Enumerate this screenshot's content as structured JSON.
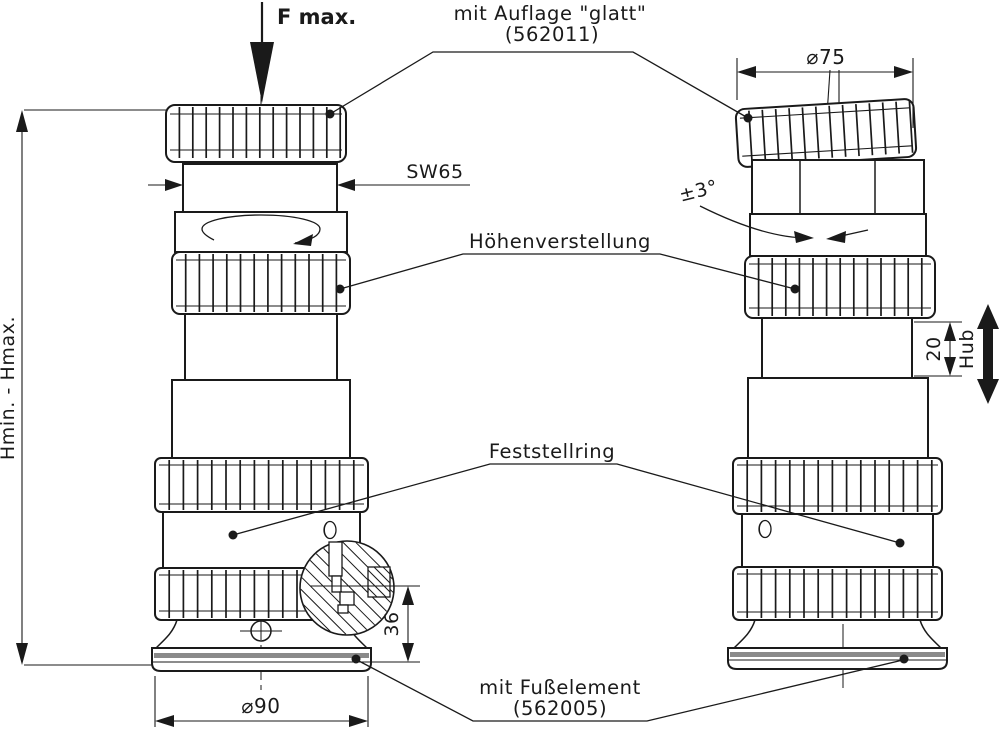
{
  "drawing": {
    "force_label": "F max.",
    "height_range_label": "Hmin. - Hmax.",
    "wrench_size": "SW65",
    "rotation_tilt": "±3°",
    "callouts": {
      "top_pad_line1": "mit Auflage \"glatt\"",
      "top_pad_line2": "(562011)",
      "height_adjust": "Höhenverstellung",
      "lock_ring": "Feststellring",
      "foot_line1": "mit Fußelement",
      "foot_line2": "(562005)"
    },
    "dimensions": {
      "top_diameter": "⌀75",
      "base_diameter": "⌀90",
      "base_height": "36",
      "stroke_value": "20",
      "stroke_label": "Hub"
    },
    "colors": {
      "line": "#1a1a1a",
      "background": "#ffffff",
      "shade": "#8a8a8a"
    }
  }
}
